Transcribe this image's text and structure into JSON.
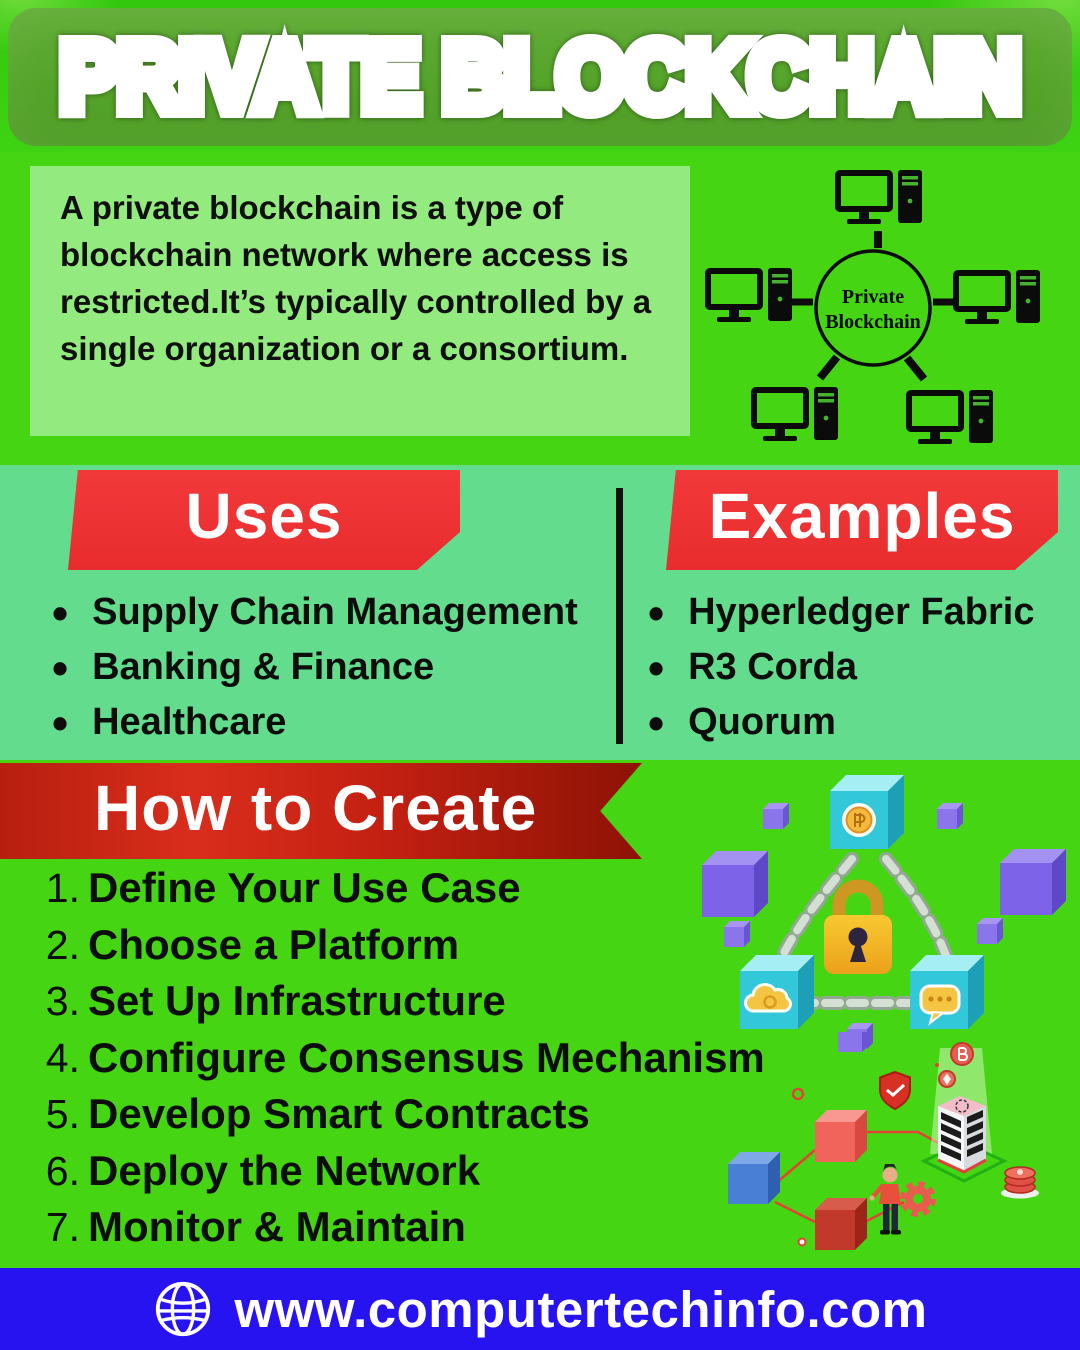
{
  "header": {
    "title": "PRIVATE BLOCKCHAIN"
  },
  "intro": {
    "description": "A private blockchain is a type of blockchain network where access is restricted.It’s typically controlled by a single organization or a consortium.",
    "diagram": {
      "center_line1": "Private",
      "center_line2": "Blockchain"
    }
  },
  "uses": {
    "heading": "Uses",
    "items": [
      "Supply Chain Management",
      "Banking & Finance",
      "Healthcare"
    ]
  },
  "examples": {
    "heading": "Examples",
    "items": [
      "Hyperledger Fabric",
      "R3 Corda",
      "Quorum"
    ]
  },
  "how_to_create": {
    "heading": "How to Create",
    "steps": [
      {
        "num": "1.",
        "label": "Define Your Use Case"
      },
      {
        "num": "2.",
        "label": "Choose a Platform"
      },
      {
        "num": "3.",
        "label": "Set Up Infrastructure"
      },
      {
        "num": "4.",
        "label": "Configure Consensus Mechanism"
      },
      {
        "num": "5.",
        "label": "Develop Smart Contracts"
      },
      {
        "num": "6.",
        "label": "Deploy the Network"
      },
      {
        "num": "7.",
        "label": "Monitor & Maintain"
      }
    ]
  },
  "footer": {
    "url": "www.computertechinfo.com"
  },
  "icons": {
    "footer_icon": "globe-icon",
    "diagram_node_icon": "computer-icon",
    "lock_icon": "padlock-icon"
  },
  "colors": {
    "green_bright": "#45d513",
    "green_mint": "#63dc8e",
    "green_panel": "#93eb7f",
    "green_header_band": "#55a42a",
    "red_banner": "#ee3133",
    "red_ribbon": "#b71f0f",
    "blue_footer": "#2712f0",
    "text_black": "#0d0d0d",
    "white": "#ffffff"
  }
}
